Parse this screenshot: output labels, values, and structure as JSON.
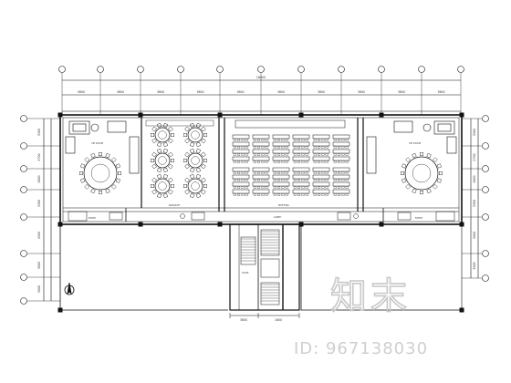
{
  "watermark": {
    "logo_text": "知末",
    "id_text": "ID: 967138030"
  },
  "top_grid": {
    "overall_dim": "18000",
    "segment_dims": [
      "5600",
      "3600",
      "3600",
      "3600",
      "3600",
      "3600",
      "3600",
      "3600",
      "3600",
      "3600"
    ]
  },
  "left_grid": {
    "dims": [
      "3300",
      "2700",
      "2600",
      "3300",
      "4500",
      "3000",
      "3000"
    ]
  },
  "right_grid": {
    "dims": [
      "3300",
      "2700",
      "2600",
      "3300",
      "3000",
      "3000"
    ]
  },
  "bottom_corridor": {
    "dims": [
      "3600",
      "1600"
    ]
  },
  "rooms": {
    "left_vip": "VIP ROOM",
    "right_vip": "VIP ROOM",
    "entry_left": "ENTRY",
    "entry_right": "ENTRY",
    "banquet": "BANQUET",
    "meeting": "MEETING",
    "lobby": "LOBBY",
    "stair": "STAIR"
  },
  "colors": {
    "line": "#111111",
    "watermark": "#c8c8c8"
  }
}
